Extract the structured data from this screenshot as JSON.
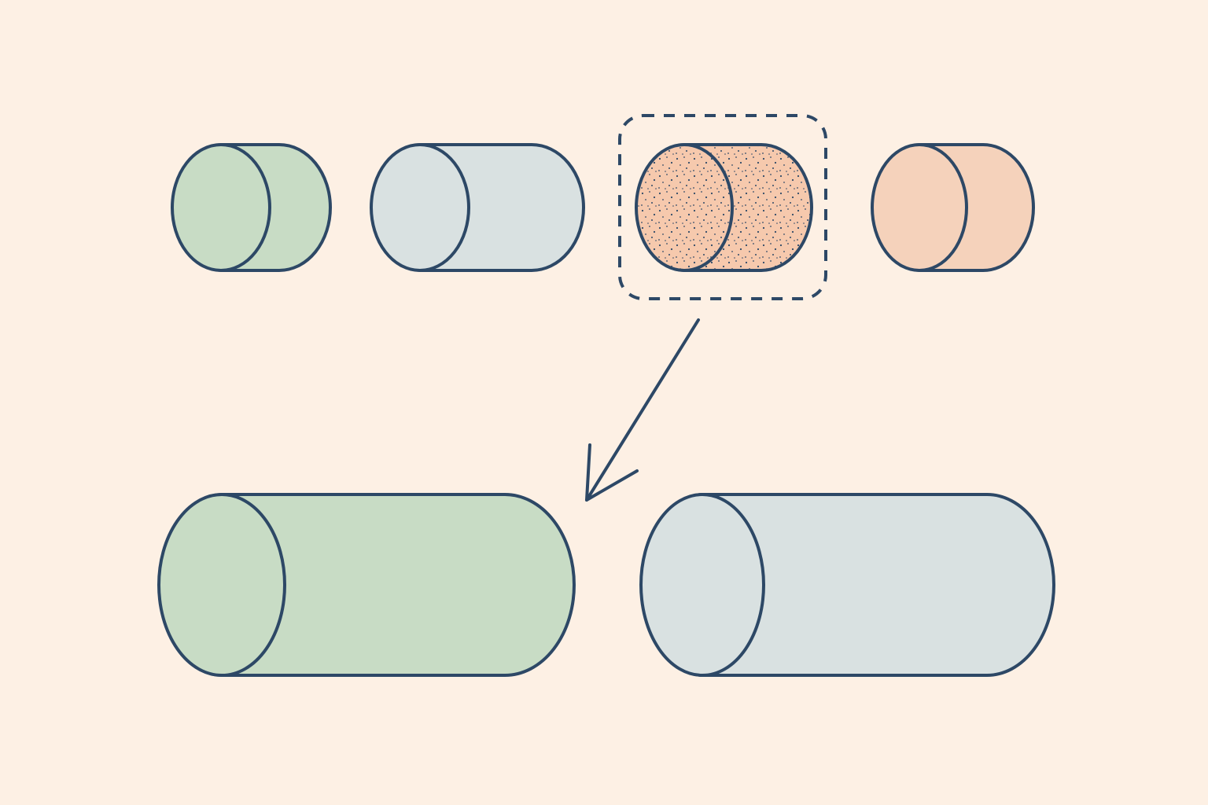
{
  "colors": {
    "background": "#fdf0e4",
    "outline": "#2d4866",
    "green": "#c8dcc5",
    "blue_gray": "#d9e1e1",
    "peach": "#f5d2bb",
    "peach_speckled": "#f6c9ad"
  },
  "diagram": {
    "top_row": [
      {
        "name": "cylinder-green-small",
        "fill": "green",
        "selected": false,
        "texture": "plain"
      },
      {
        "name": "cylinder-bluegray-small",
        "fill": "blue_gray",
        "selected": false,
        "texture": "plain"
      },
      {
        "name": "cylinder-peach-speckled",
        "fill": "peach_speckled",
        "selected": true,
        "texture": "speckled"
      },
      {
        "name": "cylinder-peach-small",
        "fill": "peach",
        "selected": false,
        "texture": "plain"
      }
    ],
    "bottom_row": [
      {
        "name": "cylinder-green-large",
        "fill": "green"
      },
      {
        "name": "cylinder-bluegray-large",
        "fill": "blue_gray"
      }
    ],
    "arrow": {
      "from": "cylinder-peach-speckled",
      "to": "cylinder-green-large"
    }
  }
}
